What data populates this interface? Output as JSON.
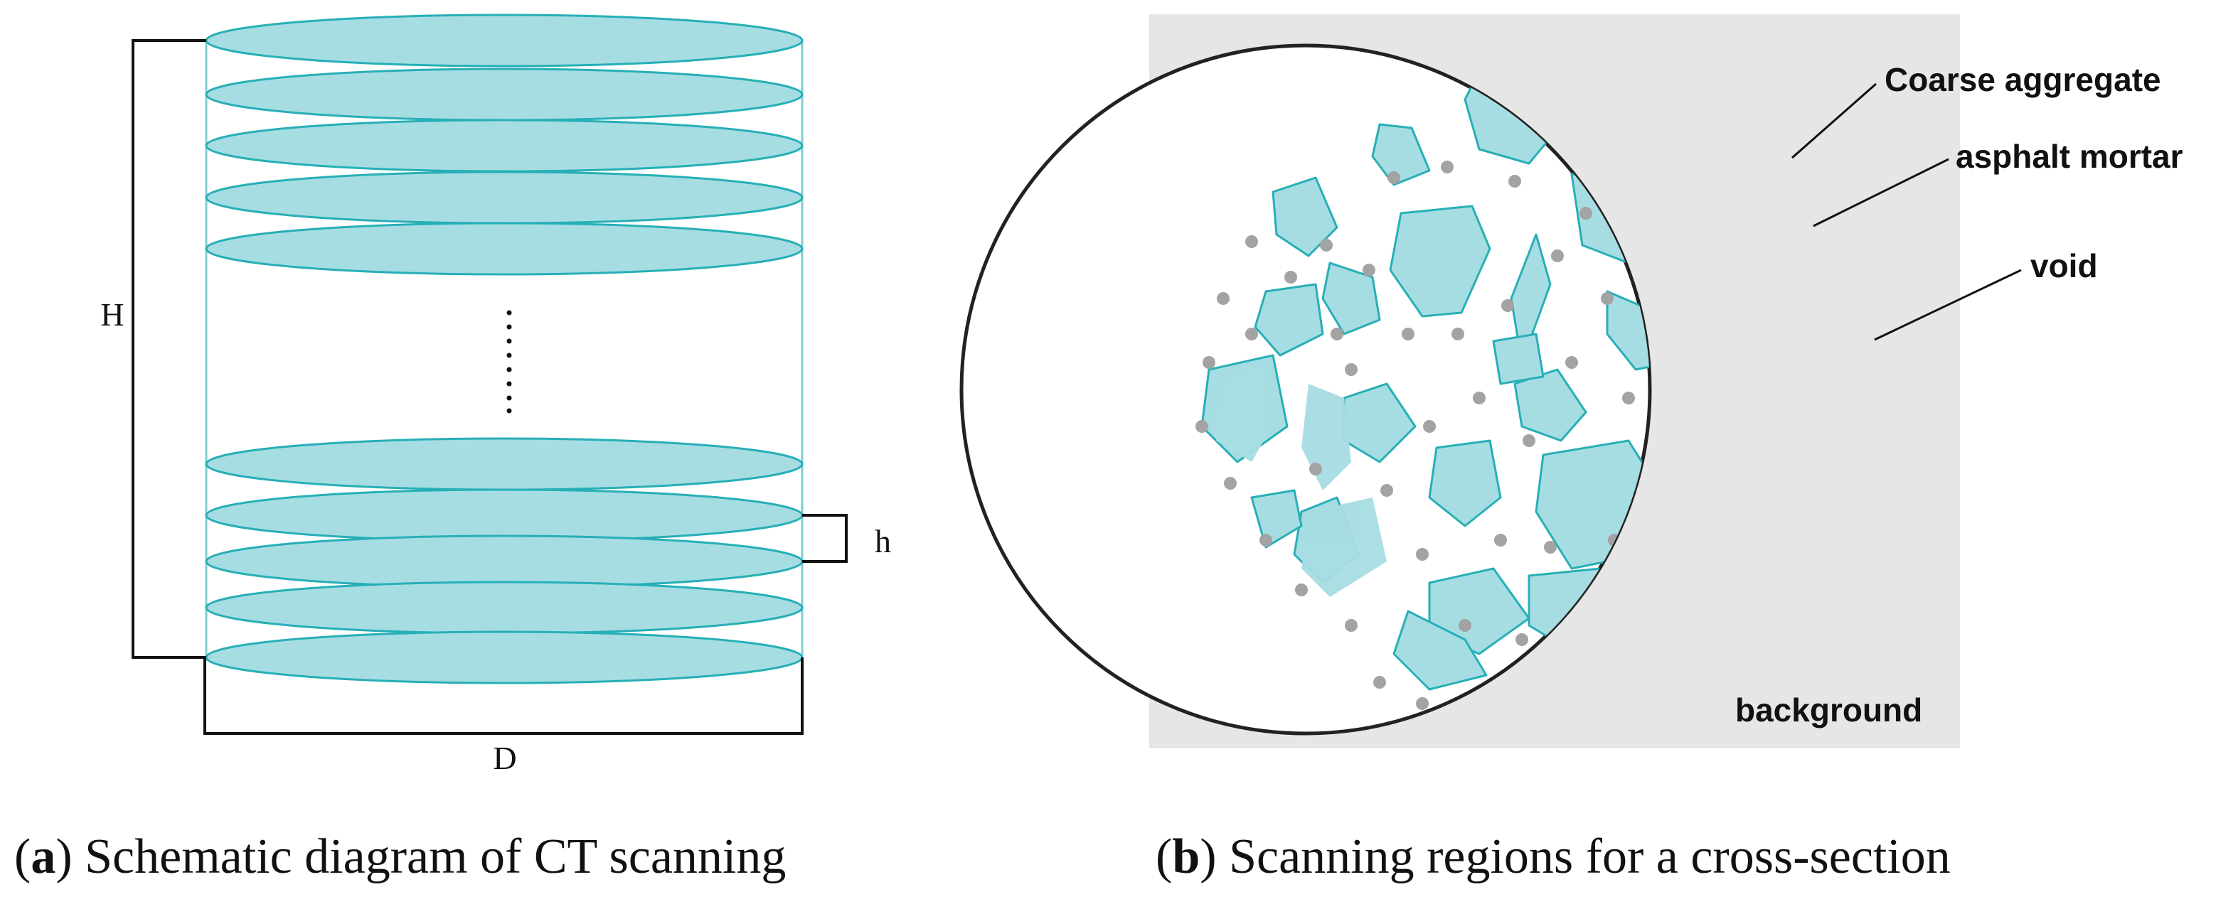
{
  "panel_a": {
    "labels": {
      "height": "H",
      "diameter": "D",
      "slice_thickness": "h"
    },
    "caption": {
      "letter": "a",
      "text": " Schematic diagram of CT scanning"
    }
  },
  "panel_b": {
    "labels": {
      "coarse": "Coarse aggregate",
      "mortar": "asphalt mortar",
      "void": "void",
      "background": "background"
    },
    "caption": {
      "letter": "b",
      "text": " Scanning regions for a cross-section"
    }
  },
  "colors": {
    "slice_fill": "#a6dde3",
    "slice_stroke": "#27afb6",
    "aggregate_fill": "#a6dde3",
    "aggregate_stroke": "#27afb6",
    "mortar_dot": "#a3a3a3",
    "background_gray": "#e6e6e6",
    "line": "#111111"
  }
}
